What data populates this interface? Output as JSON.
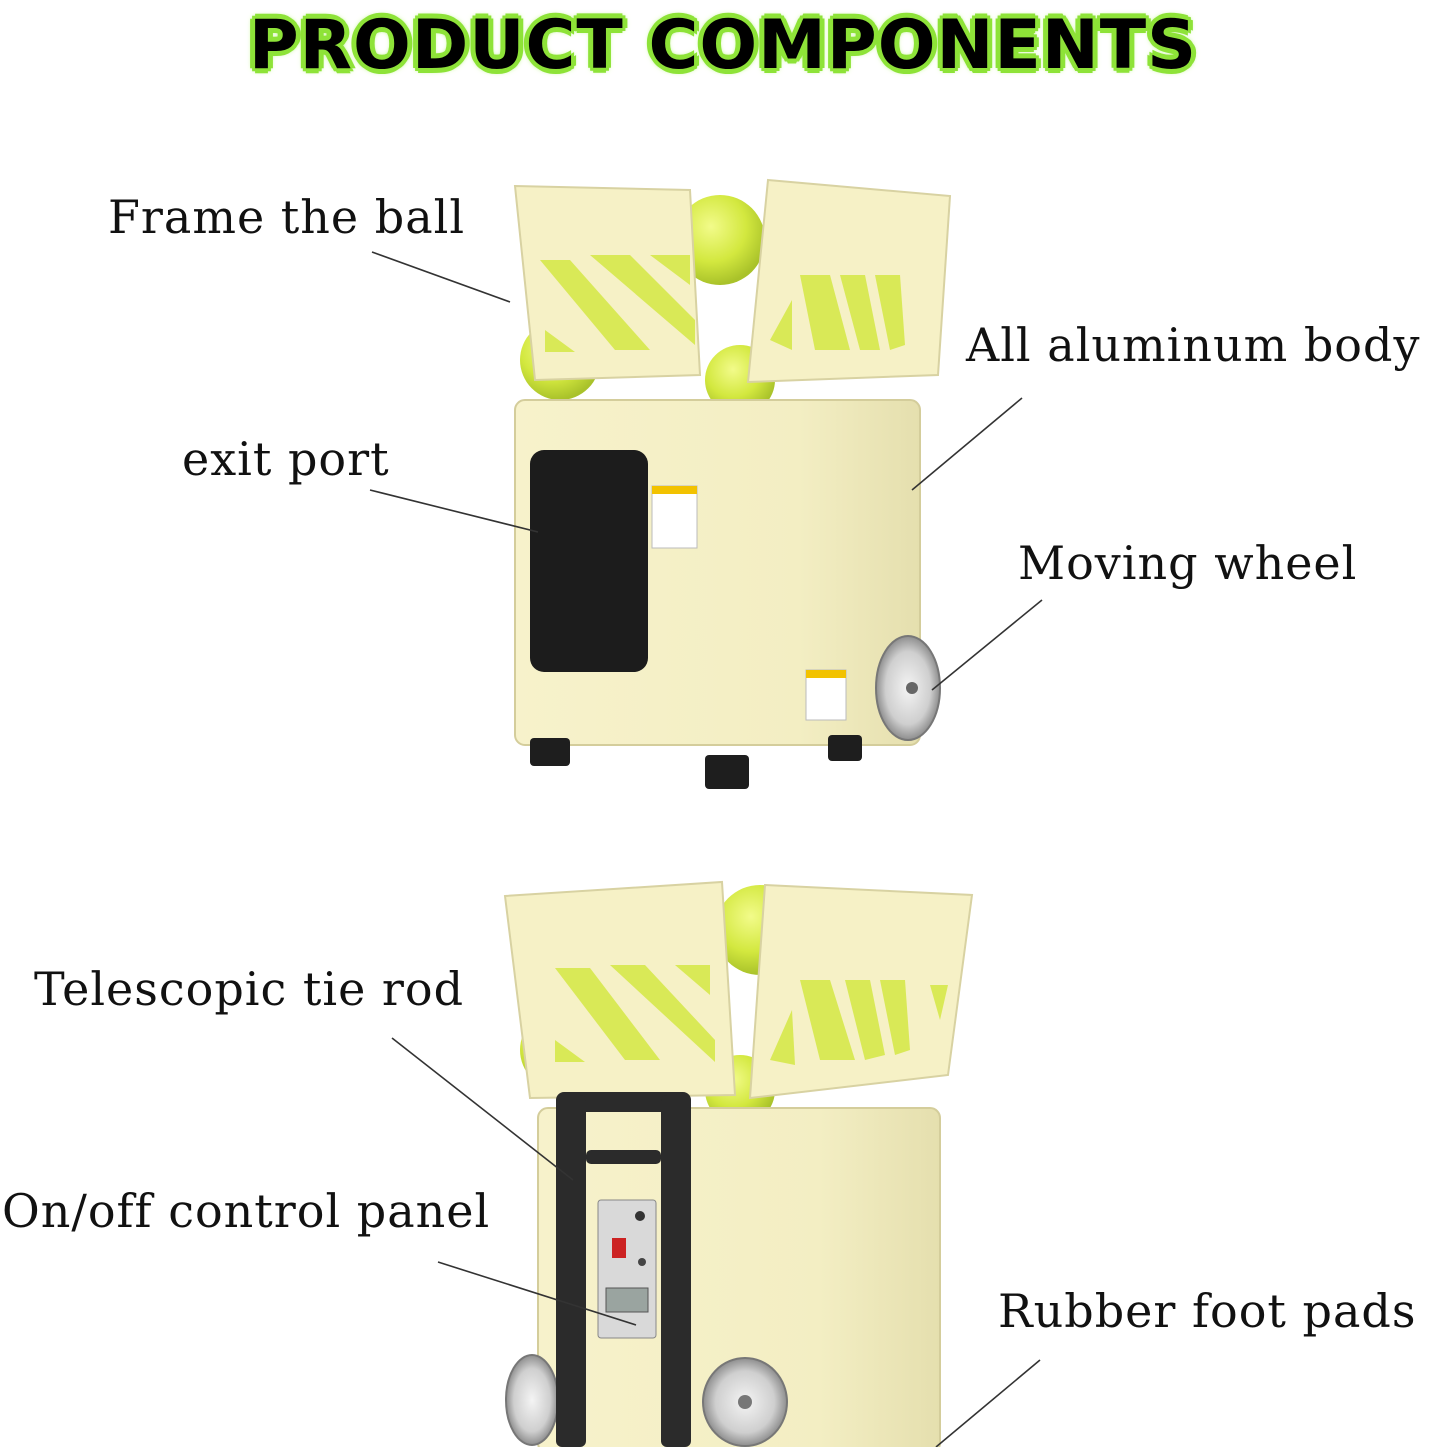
{
  "title": "PRODUCT COMPONENTS",
  "labels": {
    "frame_ball": "Frame the ball",
    "aluminum_body": "All aluminum body",
    "exit_port": "exit port",
    "moving_wheel": "Moving wheel",
    "tie_rod": "Telescopic tie rod",
    "control_panel": "On/off control panel",
    "foot_pads": "Rubber foot pads"
  },
  "colors": {
    "title_glow": "#8fe33a",
    "body": "#f6f1c6",
    "ball": "#d6e84a"
  }
}
